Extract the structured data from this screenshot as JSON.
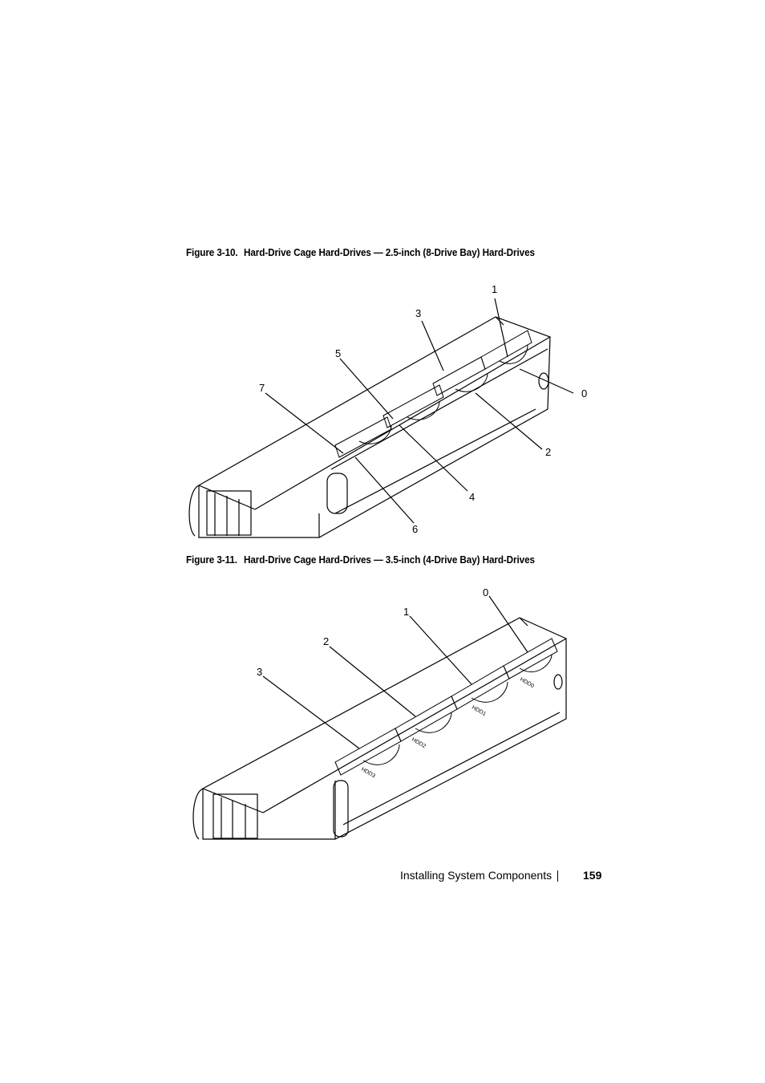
{
  "figures": [
    {
      "number": "Figure 3-10.",
      "title": "Hard-Drive Cage Hard-Drives — 2.5-inch (8-Drive Bay) Hard-Drives",
      "callouts": [
        "0",
        "1",
        "2",
        "3",
        "4",
        "5",
        "6",
        "7"
      ]
    },
    {
      "number": "Figure 3-11.",
      "title": "Hard-Drive Cage Hard-Drives — 3.5-inch (4-Drive Bay) Hard-Drives",
      "callouts": [
        "0",
        "1",
        "2",
        "3"
      ],
      "drive_labels": [
        "HDD0",
        "HDD1",
        "HDD2",
        "HDD3"
      ]
    }
  ],
  "footer": {
    "section": "Installing System Components",
    "page_number": "159"
  }
}
